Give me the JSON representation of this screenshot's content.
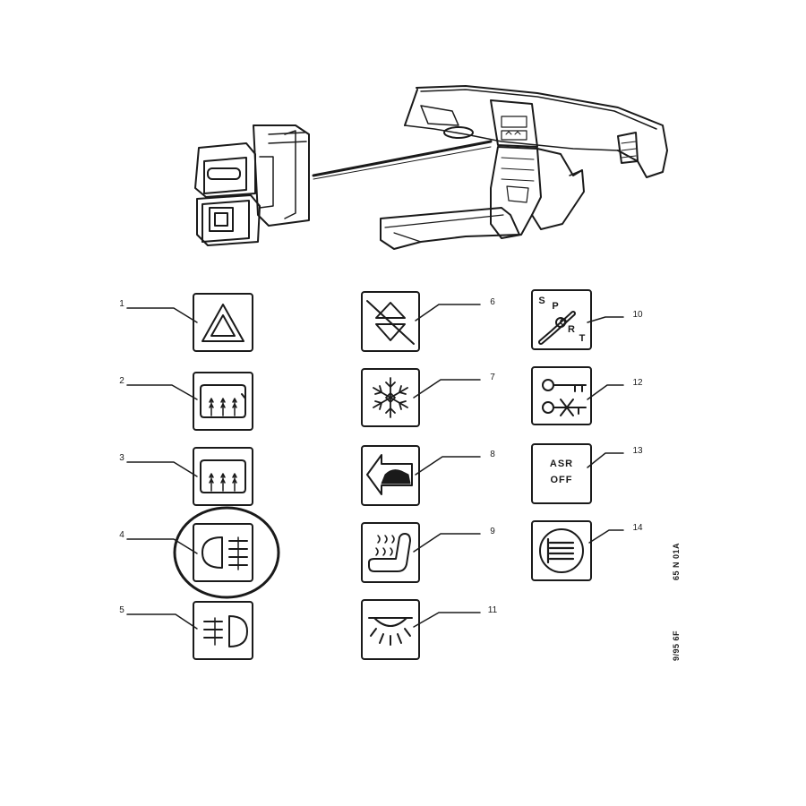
{
  "callouts": {
    "c1": "1",
    "c2": "2",
    "c3": "3",
    "c4": "4",
    "c5": "5",
    "c6": "6",
    "c7": "7",
    "c8": "8",
    "c9": "9",
    "c10": "10",
    "c11": "11",
    "c12": "12",
    "c13": "13",
    "c14": "14"
  },
  "buttons": {
    "b1": "hazard-warning-icon",
    "b2": "rear-window-defroster-icon",
    "b3": "rear-window-defroster-icon",
    "b4": "front-fog-lamp-icon",
    "b5": "rear-fog-lamp-icon",
    "b6": "level-control-icon",
    "b7": "snowflake-icon",
    "b8": "recirculation-car-icon",
    "b9": "seat-heating-icon",
    "b10": "sport-seat-belt-icon",
    "b11": "interior-light-icon",
    "b12": "central-locking-icon",
    "b13": "asr-off-button",
    "b14": "rear-fog-light-circle-icon"
  },
  "asr_label": {
    "line1": "ASR",
    "line2": "OFF"
  },
  "sport_letters": {
    "s": "S",
    "p": "P",
    "o": "O",
    "r": "R",
    "t": "T"
  },
  "side_codes": {
    "code1": "65 N 01A",
    "code2": "9/95 6F"
  },
  "highlight": "b4"
}
